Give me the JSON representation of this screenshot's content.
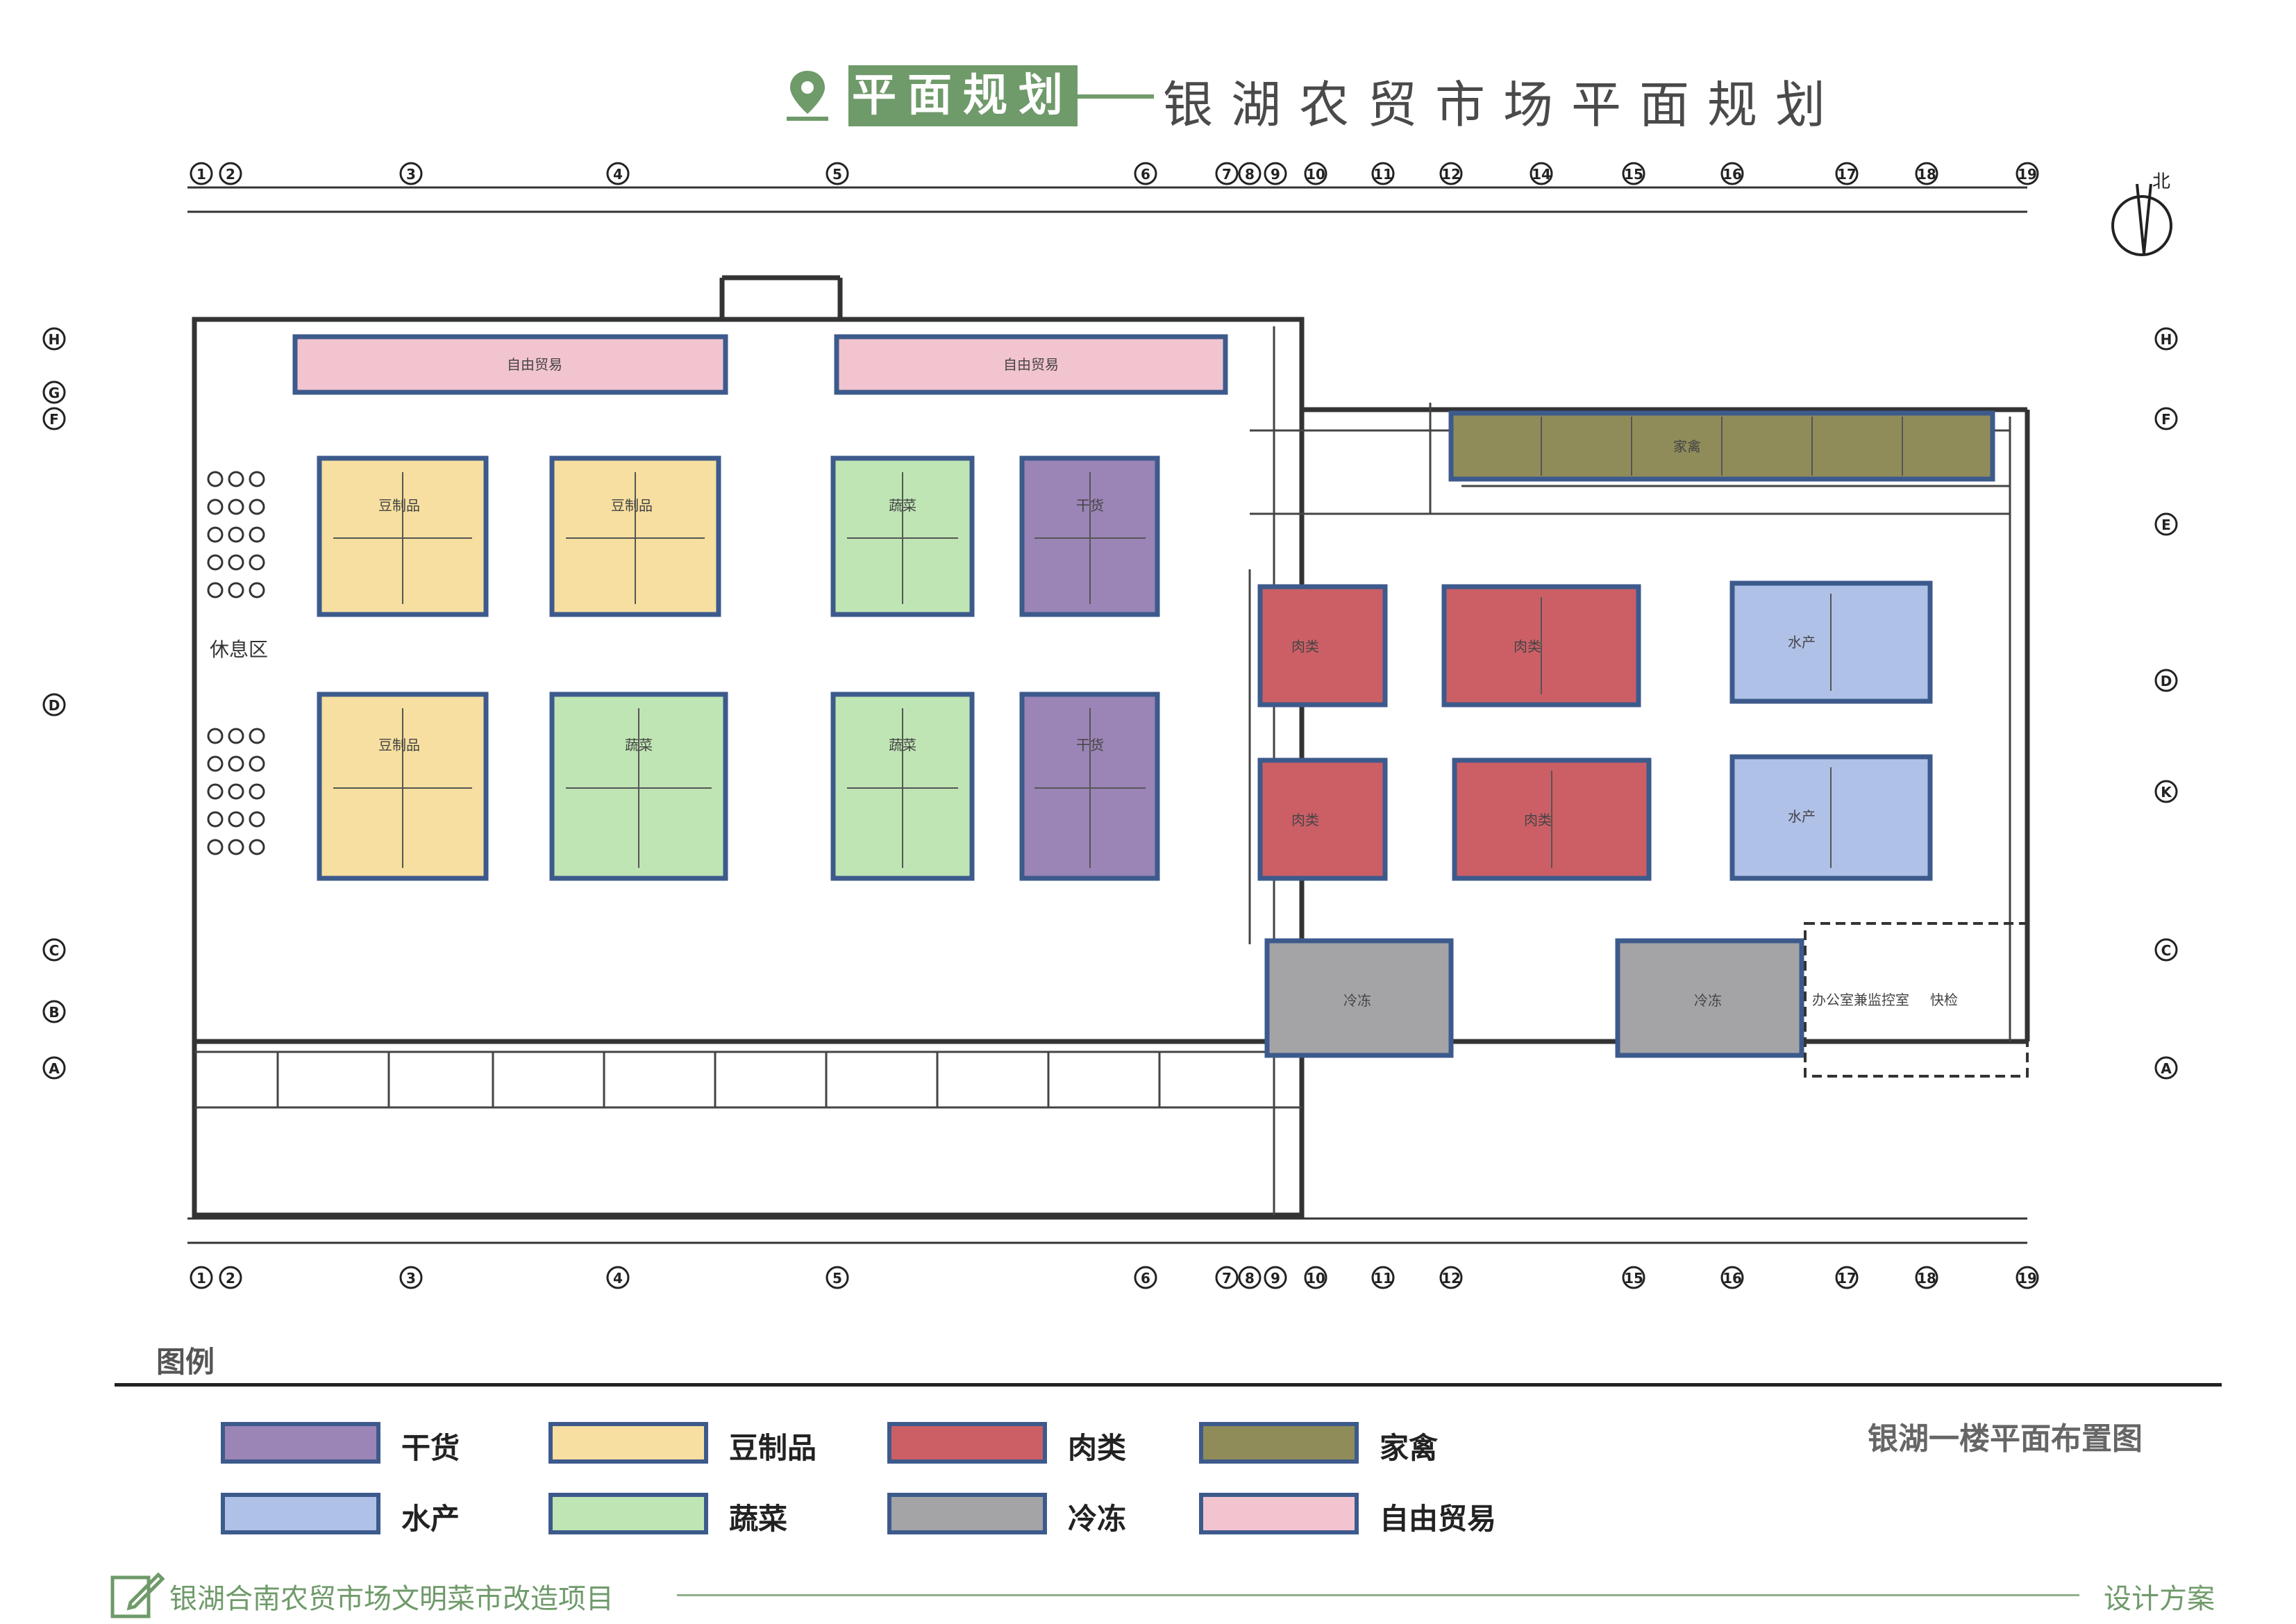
{
  "header": {
    "badge": "平面规划",
    "subtitle": "银湖农贸市场平面规划",
    "icon": "location-pin-icon"
  },
  "colors": {
    "accent": "#6f9a6a",
    "dry_goods": "#9b84b6",
    "soy": "#f6dfa0",
    "meat": "#cc5f66",
    "poultry": "#8f8c5a",
    "aquatic": "#b0c1e8",
    "vegetable": "#bfe5b4",
    "frozen": "#a4a4a6",
    "free_trade": "#f2c4cf",
    "outline": "#3d5a8c"
  },
  "plan": {
    "north_label": "北",
    "rest_area_label": "休息区",
    "grid_top": [
      "1",
      "2",
      "3",
      "4",
      "5",
      "6",
      "7",
      "8",
      "9",
      "10",
      "11",
      "12",
      "14",
      "15",
      "16",
      "17",
      "18",
      "19"
    ],
    "grid_bottom": [
      "1",
      "2",
      "3",
      "4",
      "5",
      "6",
      "7",
      "8",
      "9",
      "10",
      "11",
      "12",
      "15",
      "16",
      "17",
      "18",
      "19"
    ],
    "grid_left": [
      "H",
      "G",
      "F",
      "D",
      "C",
      "B",
      "A"
    ],
    "grid_right": [
      "H",
      "F",
      "E",
      "D",
      "K",
      "C",
      "A"
    ],
    "zones": {
      "free_trade": "自由贸易",
      "soy": "豆制品",
      "vegetable": "蔬菜",
      "dry_goods": "干货",
      "meat": "肉类",
      "aquatic": "水产",
      "frozen": "冷冻",
      "poultry": "家禽",
      "office": "办公室兼监控室",
      "inspection": "快检"
    }
  },
  "legend": {
    "title": "图例",
    "items": [
      {
        "label": "干货",
        "color": "#9b84b6"
      },
      {
        "label": "豆制品",
        "color": "#f6dfa0"
      },
      {
        "label": "肉类",
        "color": "#cc5f66"
      },
      {
        "label": "家禽",
        "color": "#8f8c5a"
      },
      {
        "label": "水产",
        "color": "#b0c1e8"
      },
      {
        "label": "蔬菜",
        "color": "#bfe5b4"
      },
      {
        "label": "冷冻",
        "color": "#a4a4a6"
      },
      {
        "label": "自由贸易",
        "color": "#f2c4cf"
      }
    ],
    "caption": "银湖一楼平面布置图"
  },
  "footer": {
    "project": "银湖合南农贸市场文明菜市改造项目",
    "doc_type": "设计方案",
    "icon": "note-pencil-icon"
  }
}
